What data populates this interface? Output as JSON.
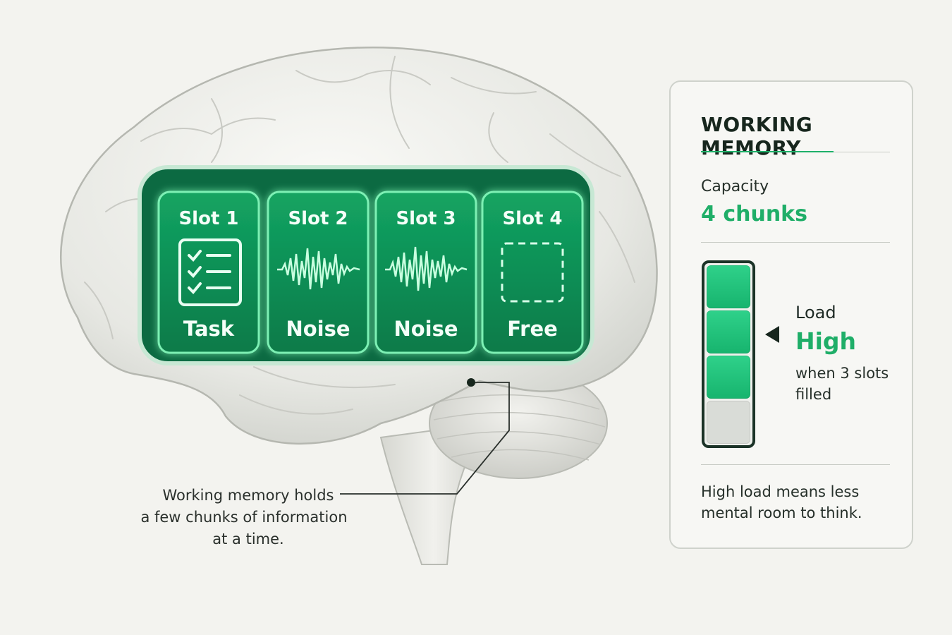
{
  "slots": [
    {
      "label": "Slot 1",
      "content": "Task",
      "icon": "checklist-icon"
    },
    {
      "label": "Slot 2",
      "content": "Noise",
      "icon": "waveform-icon"
    },
    {
      "label": "Slot 3",
      "content": "Noise",
      "icon": "waveform-icon"
    },
    {
      "label": "Slot 4",
      "content": "Free",
      "icon": "empty-slot-icon"
    }
  ],
  "caption": {
    "line1": "Working memory holds",
    "line2": "a few chunks of information",
    "line3": "at a time."
  },
  "panel": {
    "title": "WORKING MEMORY",
    "capacity_label": "Capacity",
    "capacity_value": "4 chunks",
    "load_label": "Load",
    "load_value": "High",
    "load_note": "when 3 slots filled",
    "note": "High load means less mental room to think."
  },
  "meter": {
    "filled": 3,
    "total": 4
  },
  "colors": {
    "accent": "#1fae68",
    "slot_fill": "#0f8a55",
    "dark": "#17261d",
    "panel_border": "#cfd2cc"
  }
}
